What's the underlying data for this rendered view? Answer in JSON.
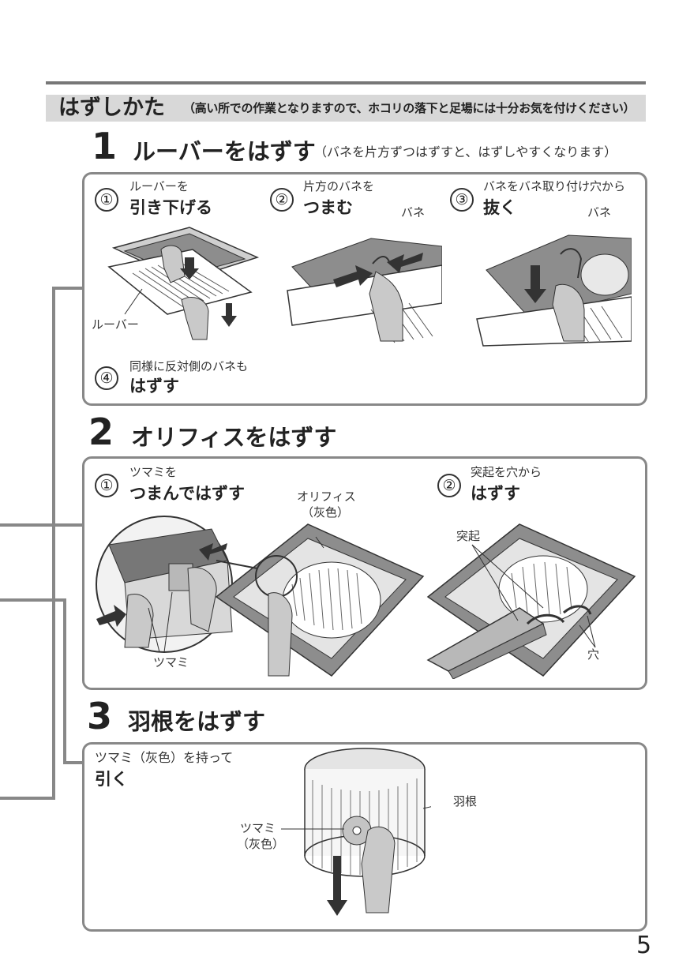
{
  "header": {
    "title": "はずしかた",
    "note": "（高い所での作業となりますので、ホコリの落下と足場には十分お気を付けください）"
  },
  "step1": {
    "number": "1",
    "title": "ルーバーをはずす",
    "note": "（バネを片方ずつはずすと、はずしやすくなります）",
    "sub": [
      {
        "num": "①",
        "small": "ルーバーを",
        "big": "引き下げる"
      },
      {
        "num": "②",
        "small": "片方のバネを",
        "big": "つまむ"
      },
      {
        "num": "③",
        "small": "バネをバネ取り付け穴から",
        "big": "抜く"
      },
      {
        "num": "④",
        "small": "同様に反対側のバネも",
        "big": "はずす"
      }
    ],
    "labels": {
      "louver": "ルーバー",
      "spring_a": "バネ",
      "spring_b": "バネ"
    }
  },
  "step2": {
    "number": "2",
    "title": "オリフィスをはずす",
    "sub": [
      {
        "num": "①",
        "small": "ツマミを",
        "big": "つまんではずす"
      },
      {
        "num": "②",
        "small": "突起を穴から",
        "big": "はずす"
      }
    ],
    "labels": {
      "orifice": "オリフィス",
      "orifice_color": "（灰色）",
      "knob": "ツマミ",
      "projection": "突起",
      "hole": "穴"
    }
  },
  "step3": {
    "number": "3",
    "title": "羽根をはずす",
    "small": "ツマミ（灰色）を持って",
    "big": "引く",
    "labels": {
      "blade": "羽根",
      "knob": "ツマミ",
      "knob_color": "（灰色）"
    }
  },
  "page_number": "5"
}
